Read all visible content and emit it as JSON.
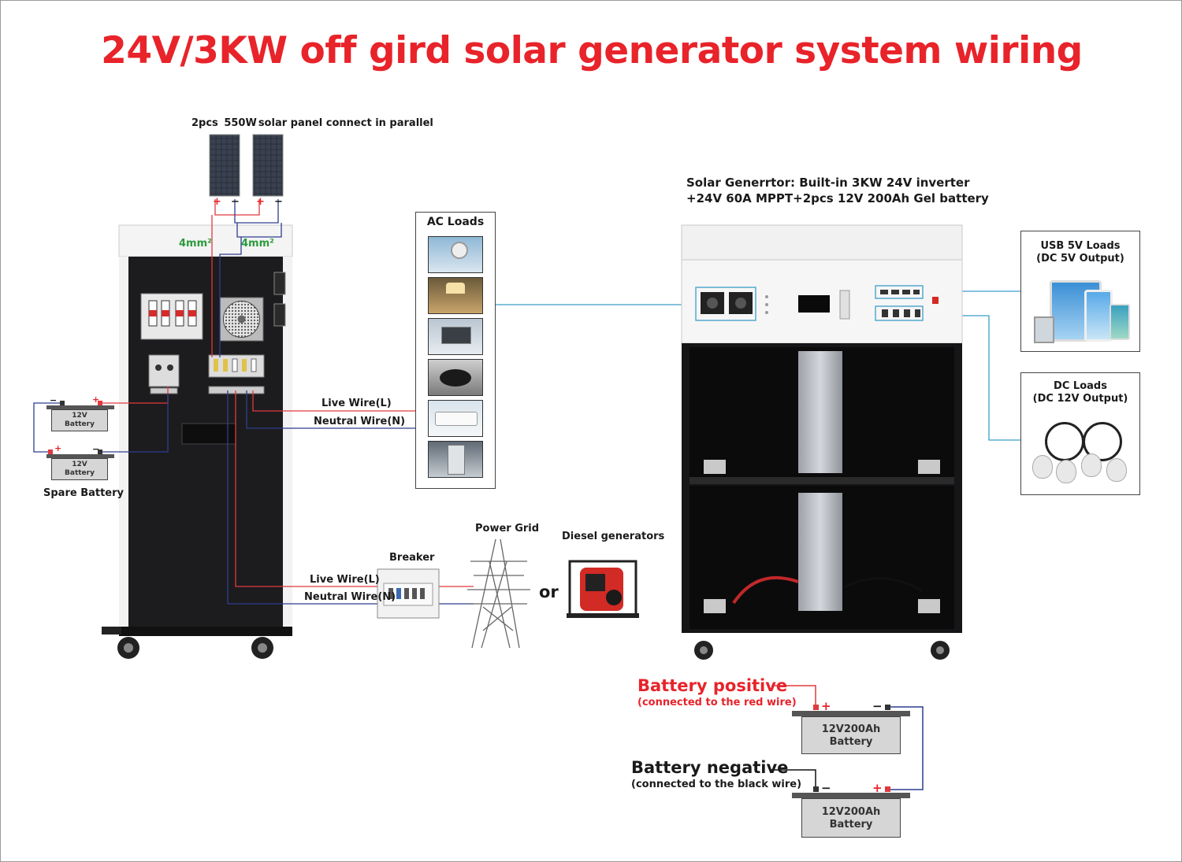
{
  "title": "24V/3KW off gird solar generator system wiring",
  "solar": {
    "label_prefix": "2pcs",
    "label_watt": "550W",
    "label_suffix": "solar panel connect in parallel",
    "cable_left": "4mm²",
    "cable_right": "4mm²",
    "panel_plus": "+",
    "panel_minus": "−"
  },
  "left_batteries": {
    "battery_line1": "12V",
    "battery_line2": "Battery",
    "spare_label": "Spare Battery",
    "plus": "+",
    "minus": "−"
  },
  "ac_output": {
    "live": "Live Wire(L)",
    "neutral": "Neutral Wire(N)"
  },
  "ac_loads": {
    "title": "AC Loads"
  },
  "grid_input": {
    "live": "Live Wire(L)",
    "neutral": "Neutral Wire(N)",
    "breaker": "Breaker",
    "power_grid": "Power Grid",
    "or": "or",
    "diesel": "Diesel generators"
  },
  "generator": {
    "line1": "Solar Generrtor: Built-in 3KW 24V inverter",
    "line2": "+24V 60A MPPT+2pcs 12V 200Ah Gel battery"
  },
  "usb_loads": {
    "line1": "USB 5V Loads",
    "line2": "(DC 5V Output)"
  },
  "dc_loads": {
    "line1": "DC Loads",
    "line2": "(DC 12V Output)"
  },
  "battery_bank": {
    "positive_title": "Battery positive",
    "positive_sub": "(connected to the red wire)",
    "negative_title": "Battery negative",
    "negative_sub": "(connected to the black wire)",
    "battery_line1": "12V200Ah",
    "battery_line2": "Battery",
    "plus": "+",
    "minus": "−"
  },
  "colors": {
    "title_red": "#e8232a",
    "wire_red": "#e03a3e",
    "wire_blue": "#2e3d8f",
    "wire_cyan": "#3a9ec9",
    "cable_green": "#2c9b3c",
    "cabinet_black": "#1c1c1e"
  }
}
